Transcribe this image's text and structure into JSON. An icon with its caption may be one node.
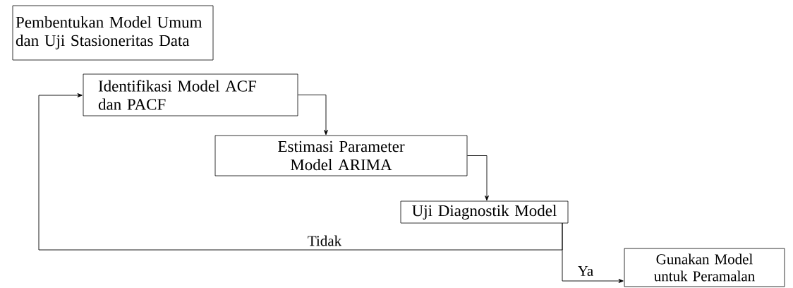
{
  "diagram": {
    "nodes": [
      {
        "text": [
          "Pembentukan Model Umum dan Uji Stasioneritas Data"
        ]
      },
      {
        "text": [
          "Identifikasi Model ACF dan PACF"
        ]
      },
      {
        "text": [
          "Estimasi Parameter Model ARIMA"
        ]
      },
      {
        "text": [
          "Uji Diagnostik Model"
        ]
      },
      {
        "text": [
          "Gunakan Model untuk Peramalan"
        ]
      }
    ],
    "edges": [
      {
        "from": 1,
        "to": 2,
        "arrow": "to"
      },
      {
        "from": 2,
        "to": 3,
        "arrow": "to"
      },
      {
        "from": 3,
        "to": 1,
        "arrow": "to",
        "label": "Tidak"
      },
      {
        "from": 3,
        "to": 4,
        "arrow": "to",
        "label": "Ya"
      }
    ]
  }
}
